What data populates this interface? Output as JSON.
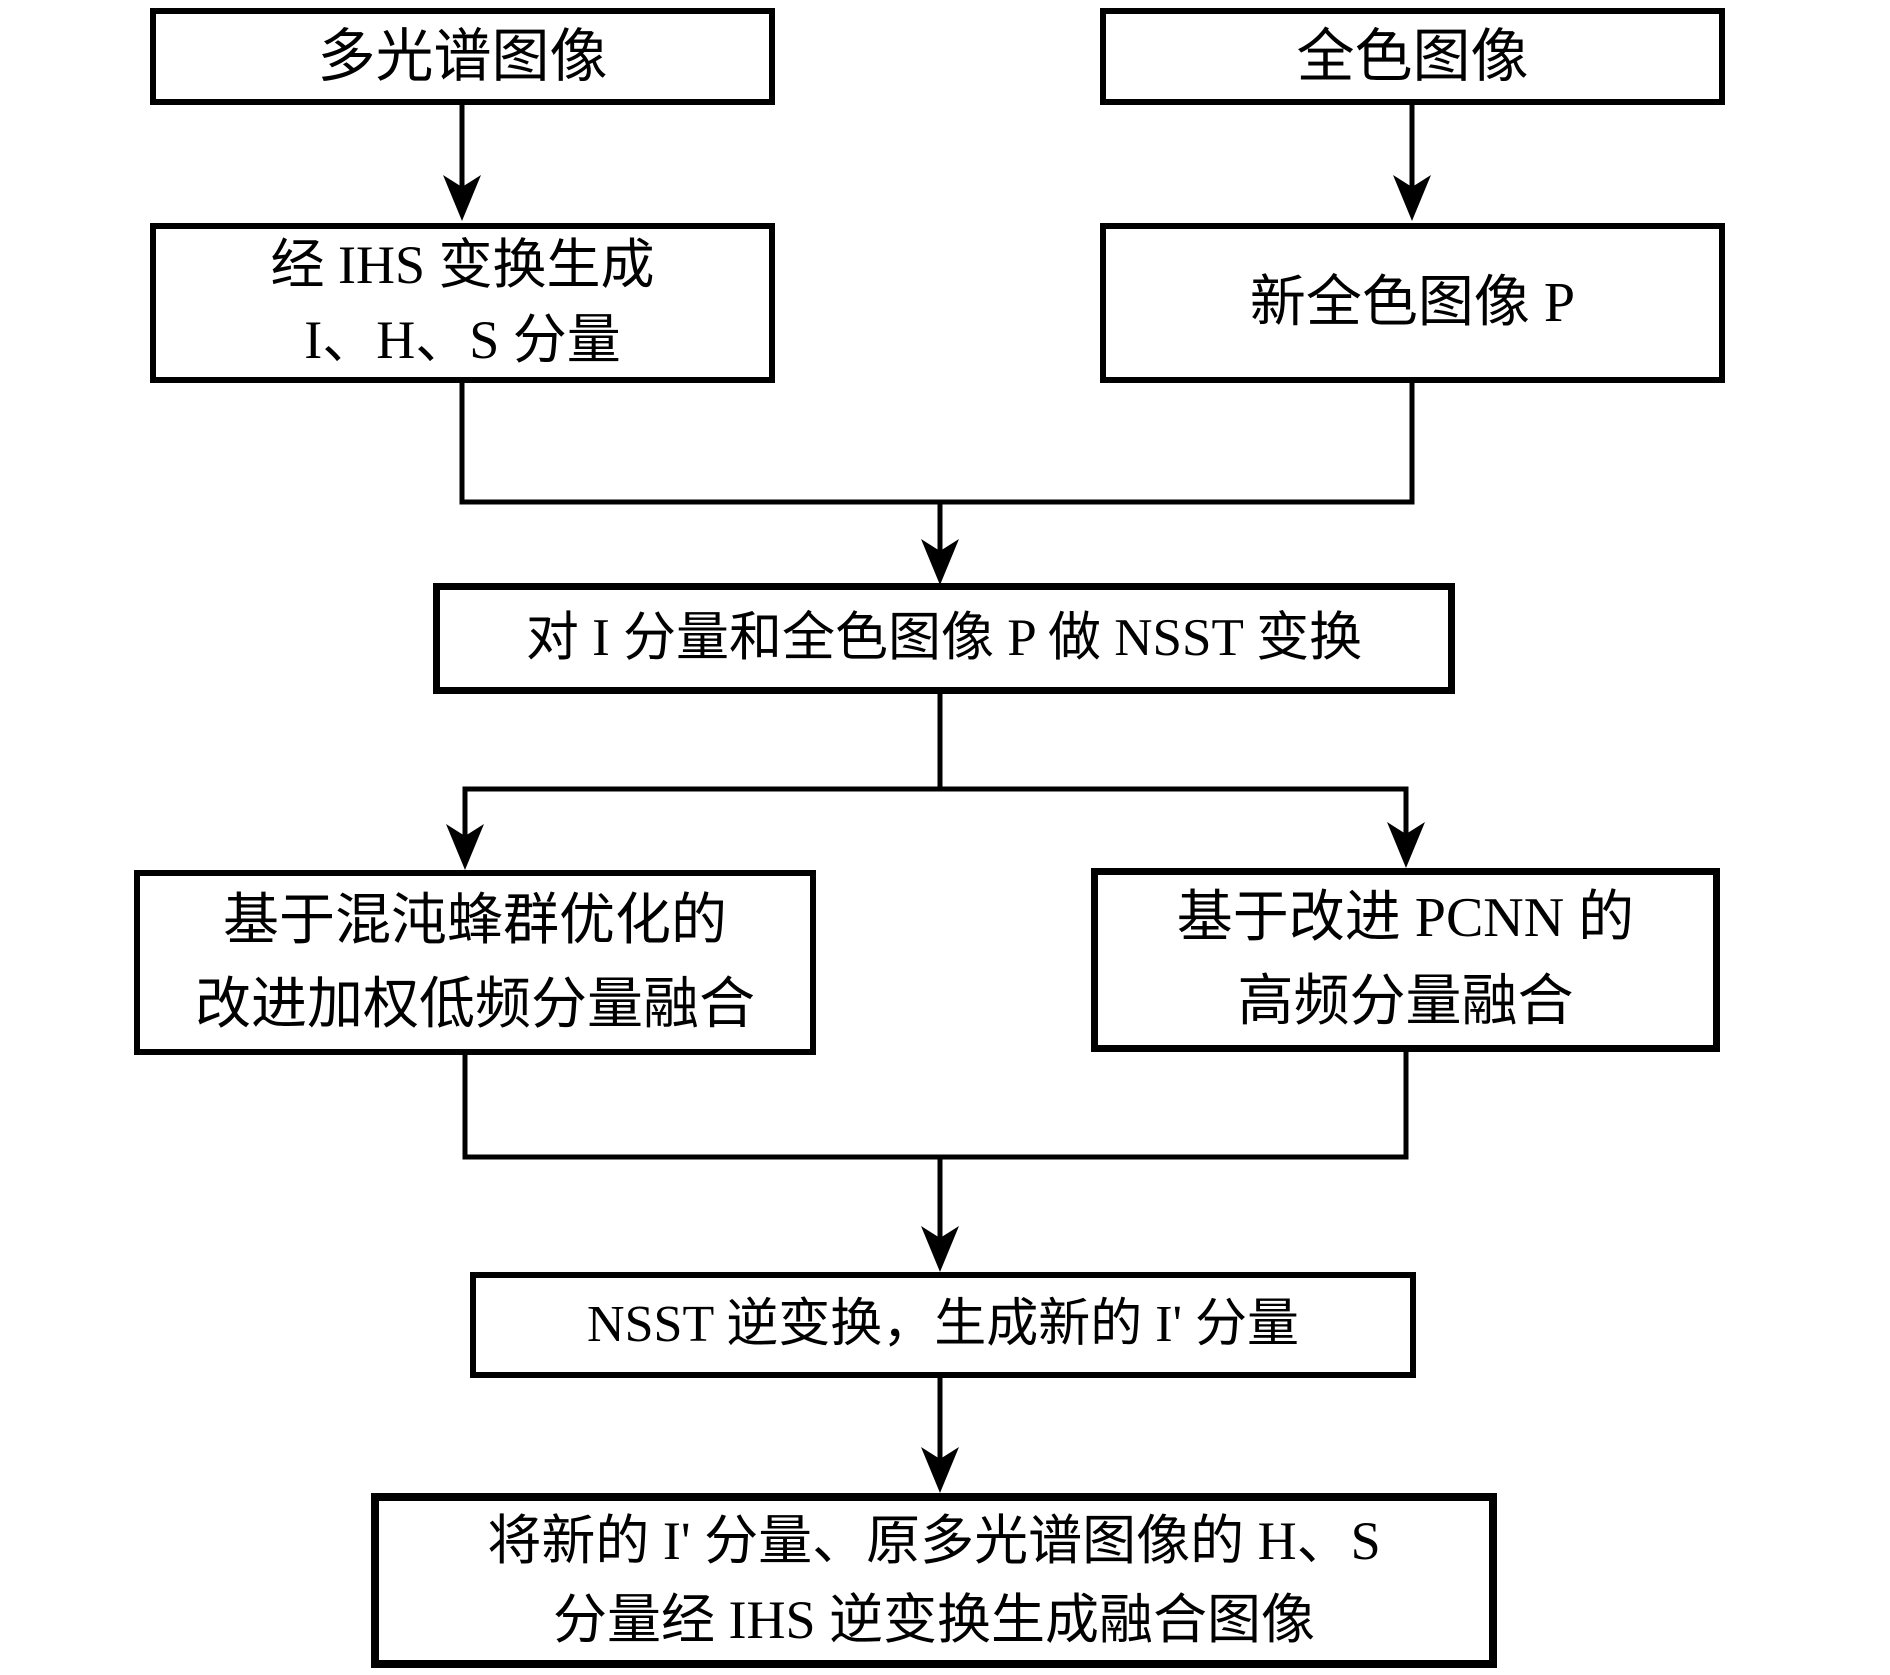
{
  "diagram": {
    "type": "flowchart",
    "colors": {
      "line": "#000000",
      "text": "#000000",
      "background": "#ffffff"
    },
    "nodes": {
      "multispectral": {
        "label": "多光谱图像"
      },
      "panchromatic": {
        "label": "全色图像"
      },
      "ihs_transform": {
        "label": "经 IHS 变换生成\nI、H、S 分量"
      },
      "new_panchromatic": {
        "label": "新全色图像 P"
      },
      "nsst_transform": {
        "label": "对 I 分量和全色图像 P 做 NSST 变换"
      },
      "low_freq_fusion": {
        "label": "基于混沌蜂群优化的\n改进加权低频分量融合"
      },
      "high_freq_fusion": {
        "label": "基于改进 PCNN 的\n高频分量融合"
      },
      "inverse_nsst": {
        "label": "NSST 逆变换，生成新的 I' 分量"
      },
      "fused_image": {
        "label": "将新的 I' 分量、原多光谱图像的 H、S\n分量经 IHS 逆变换生成融合图像"
      }
    },
    "edges": [
      {
        "from": "multispectral",
        "to": "ihs_transform"
      },
      {
        "from": "panchromatic",
        "to": "new_panchromatic"
      },
      {
        "from": "ihs_transform",
        "to": "nsst_transform"
      },
      {
        "from": "new_panchromatic",
        "to": "nsst_transform"
      },
      {
        "from": "nsst_transform",
        "to": "low_freq_fusion"
      },
      {
        "from": "nsst_transform",
        "to": "high_freq_fusion"
      },
      {
        "from": "low_freq_fusion",
        "to": "inverse_nsst"
      },
      {
        "from": "high_freq_fusion",
        "to": "inverse_nsst"
      },
      {
        "from": "inverse_nsst",
        "to": "fused_image"
      }
    ]
  }
}
